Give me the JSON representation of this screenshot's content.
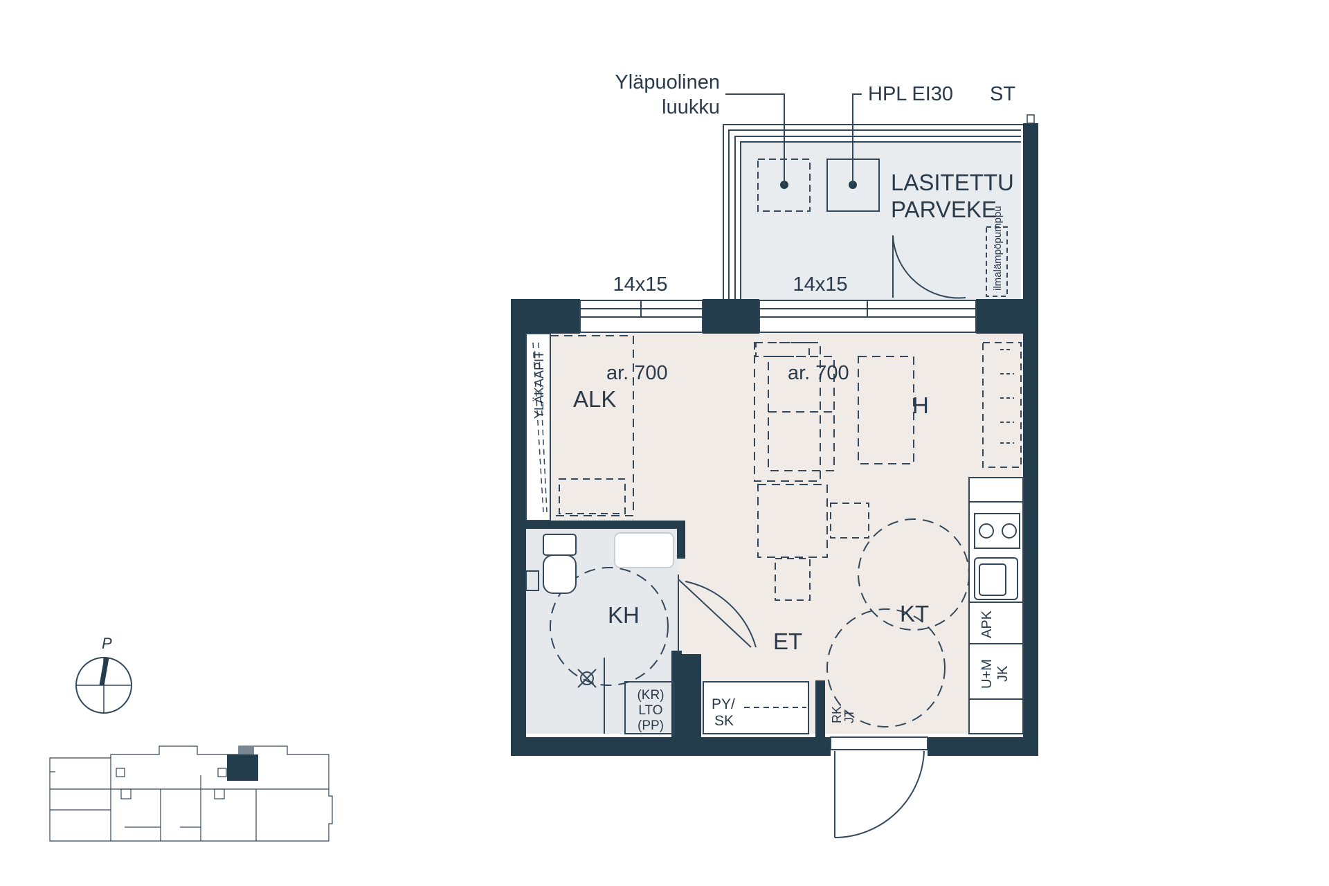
{
  "labels": {
    "hatch_note_line1": "Yläpuolinen",
    "hatch_note_line2": "luukku",
    "hpl_note": "HPL EI30",
    "st": "ST",
    "balcony_line1": "LASITETTU",
    "balcony_line2": "PARVEKE",
    "heat_pump": "ilmalämpöpumppu",
    "window_left": "14x15",
    "window_right": "14x15",
    "alk_dim": "ar. 700",
    "h_dim": "ar. 700",
    "alk": "ALK",
    "ylakaapit": "YLÄKAAPIT",
    "h": "H",
    "kh": "KH",
    "kt": "KT",
    "et": "ET",
    "apk": "APK",
    "um_line1": "U+M",
    "um_line2": "JK",
    "py_line1": "PY/",
    "py_line2": "SK",
    "lto_line1": "(KR)",
    "lto_line2": "LTO",
    "lto_line3": "(PP)",
    "rk_line1": "RK",
    "rk_line2": "JT",
    "north": "P"
  },
  "colors": {
    "wall": "#243d4c",
    "floor_living": "#f1ebe7",
    "floor_wet": "#e6e9ec",
    "balcony": "#e9ecef",
    "line": "#33475a",
    "text": "#2a3a4a"
  }
}
